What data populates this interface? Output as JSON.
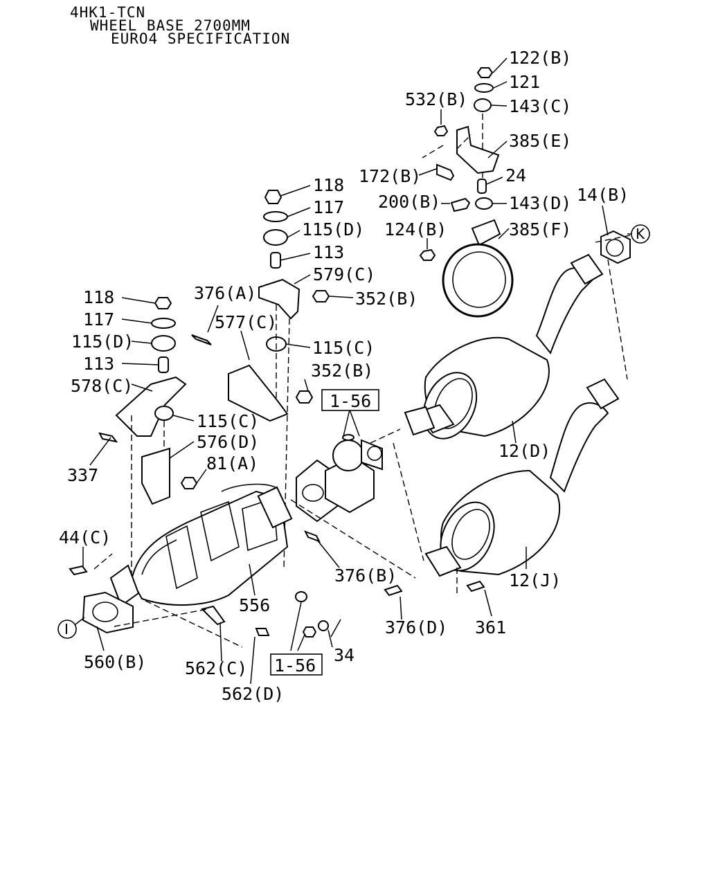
{
  "header": {
    "line1": "4HK1-TCN",
    "line2": "WHEEL BASE 2700MM",
    "line3": "EURO4 SPECIFICATION"
  },
  "labels": {
    "p122b": "122(B)",
    "p121": "121",
    "p532b": "532(B)",
    "p143c": "143(C)",
    "p385e": "385(E)",
    "p172b": "172(B)",
    "p24": "24",
    "p200b": "200(B)",
    "p143d": "143(D)",
    "p14b": "14(B)",
    "p124b": "124(B)",
    "p385f": "385(F)",
    "p118_top": "118",
    "p117_top": "117",
    "p115d_top": "115(D)",
    "p113_top": "113",
    "p579c": "579(C)",
    "p376a": "376(A)",
    "p352b_top": "352(B)",
    "p118_left": "118",
    "p117_left": "117",
    "p115d_left": "115(D)",
    "p113_left": "113",
    "p577c": "577(C)",
    "p115c_mid": "115(C)",
    "p352b_mid": "352(B)",
    "p578c": "578(C)",
    "p115c_left": "115(C)",
    "p576d": "576(D)",
    "p337": "337",
    "p81a": "81(A)",
    "p12d": "12(D)",
    "p44c": "44(C)",
    "p376b": "376(B)",
    "p556": "556",
    "p12j": "12(J)",
    "p376d": "376(D)",
    "p361": "361",
    "p34": "34",
    "p560b": "560(B)",
    "p562c": "562(C)",
    "p562d": "562(D)",
    "ref_box_upper": "1-56",
    "ref_box_lower": "1-56",
    "circle_k": "K",
    "circle_i": "I"
  }
}
